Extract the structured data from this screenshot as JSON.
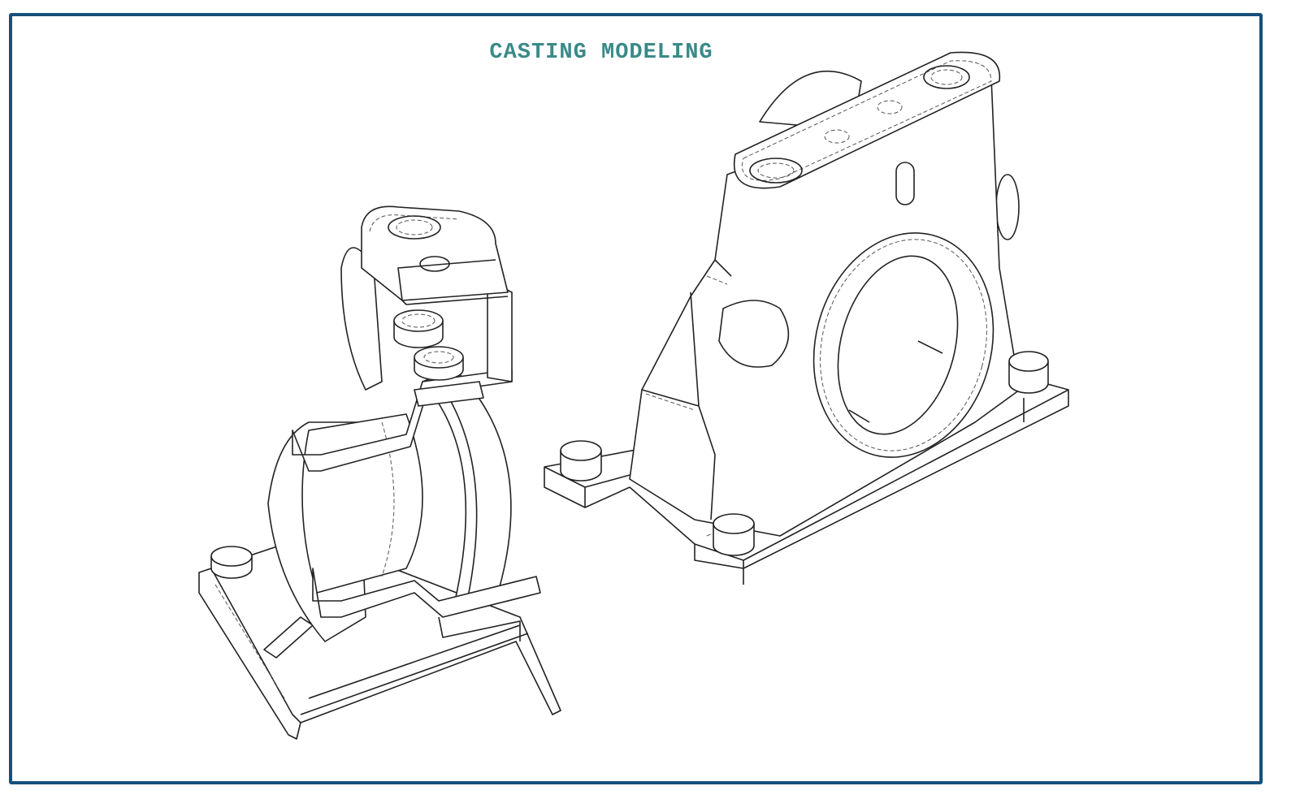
{
  "title": "CASTING MODELING",
  "colors": {
    "border": "#15507a",
    "title": "#3a8a88"
  },
  "figures": [
    "sectioned-casting",
    "pillow-block-casting"
  ]
}
